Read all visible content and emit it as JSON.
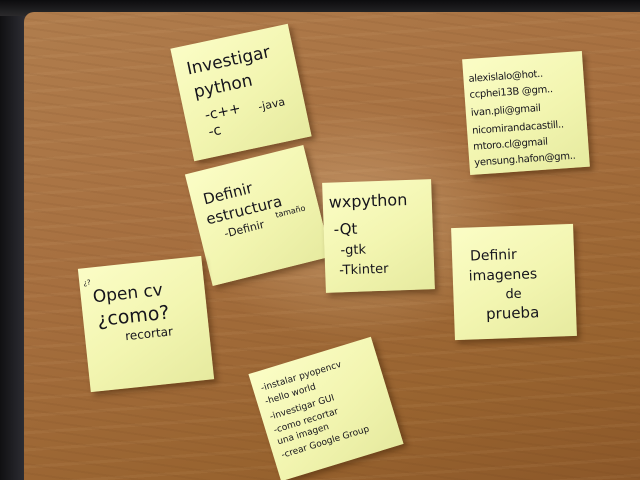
{
  "notes": {
    "investigar": {
      "lines": [
        "Investigar",
        "python",
        "-c++",
        "-java",
        "-c"
      ]
    },
    "emails": {
      "lines": [
        "alexislalo@hot..",
        "ccphei13B @gm..",
        "ivan.pli@gmail",
        "nicomirandacastill..",
        "mtoro.cl@gmail",
        "yensung.hafon@gm.."
      ]
    },
    "estructura": {
      "lines": [
        "Definir",
        "estructura",
        "-Definir",
        "tamaño"
      ]
    },
    "wxpython": {
      "lines": [
        "wxpython",
        "-Qt",
        "-gtk",
        "-Tkinter"
      ]
    },
    "imagenes": {
      "lines": [
        "Definir",
        "imagenes",
        "de",
        "prueba"
      ]
    },
    "opencv": {
      "lines": [
        "¿?",
        "Open cv",
        "¿como?",
        "recortar"
      ]
    },
    "tareas": {
      "lines": [
        "-instalar pyopencv",
        "-hello world",
        "-investigar GUI",
        "-como recortar",
        "una imagen",
        "-crear Google Group"
      ]
    }
  }
}
